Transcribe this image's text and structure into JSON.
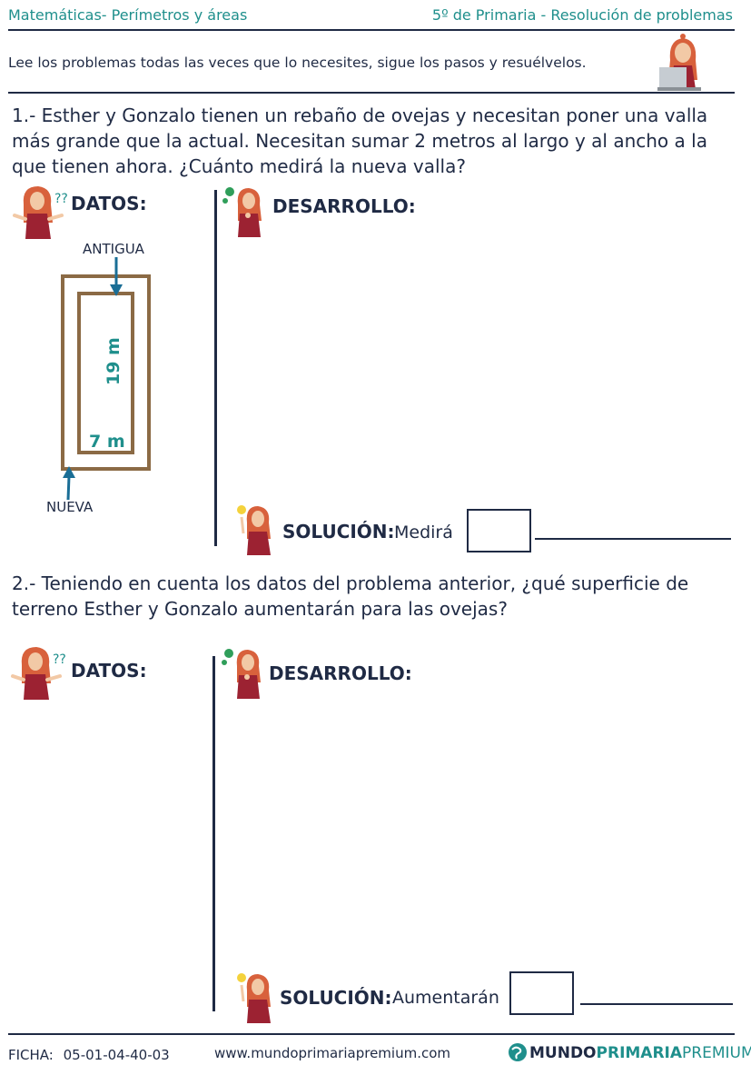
{
  "header": {
    "subject": "Matemáticas- Perímetros y áreas",
    "level": "5º de Primaria - Resolución de problemas",
    "instruction": "Lee los problemas todas las veces que lo necesites, sigue los pasos y resuélvelos."
  },
  "problem1": {
    "text": "1.- Esther y Gonzalo tienen un rebaño de ovejas y necesitan poner una valla más grande que la actual. Necesitan sumar 2 metros al largo y al ancho a la que tienen ahora. ¿Cuánto medirá la nueva valla?",
    "datos": "DATOS:",
    "desarrollo": "DESARROLLO:",
    "solucion": "SOLUCIÓN:",
    "answer_prefix": "Medirá",
    "diagram": {
      "label_old": "ANTIGUA",
      "label_new": "NUEVA",
      "height_label": "19 m",
      "width_label": "7 m"
    }
  },
  "problem2": {
    "text": "2.- Teniendo en cuenta los datos del problema anterior, ¿qué superficie de terreno Esther y Gonzalo aumentarán para las ovejas?",
    "datos": "DATOS:",
    "desarrollo": "DESARROLLO:",
    "solucion": "SOLUCIÓN:",
    "answer_prefix": "Aumentarán"
  },
  "footer": {
    "ficha_label": "FICHA:",
    "ficha_code": "05-01-04-40-03",
    "website": "www.mundoprimariapremium.com",
    "brand_1": "MUNDO",
    "brand_2": "PRIMARIA",
    "brand_3": "PREMIUM"
  },
  "colors": {
    "text": "#1f2a44",
    "accent": "#1f8f8c",
    "fence": "#8b6a45",
    "arrow": "#1a6e96"
  }
}
